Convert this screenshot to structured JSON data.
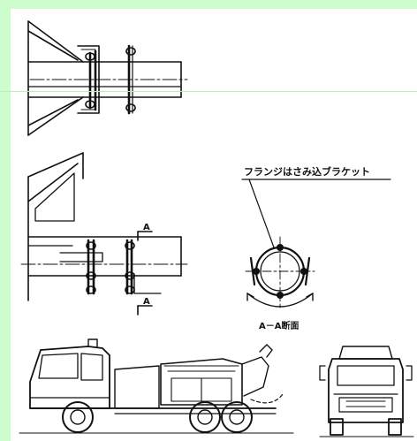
{
  "labels": {
    "bracket_callout": "フランジはさみ込ブラケット",
    "section_title": "A－A断面",
    "section_mark_top": "A",
    "section_mark_bottom": "A"
  },
  "colors": {
    "outer_background": "#cdfccd",
    "drawing_background": "#ffffff",
    "divider_line": "#b8f0b8",
    "ink": "#111111"
  }
}
